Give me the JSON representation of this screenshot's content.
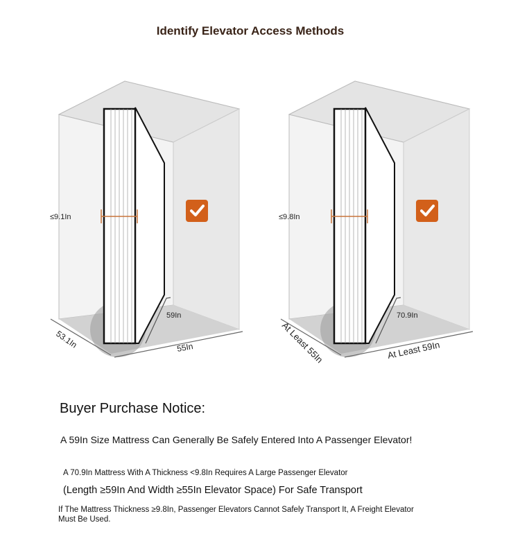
{
  "title": "Identify Elevator Access Methods",
  "panels": [
    {
      "thickness": "≤9.1In",
      "mattress_length": "59In",
      "depth": "53.1In",
      "width": "55In",
      "icon": "check-icon"
    },
    {
      "thickness": "≤9.8In",
      "mattress_length": "70.9In",
      "depth": "At Least 55In",
      "width": "At Least 59In",
      "icon": "check-icon"
    }
  ],
  "notice": {
    "heading": "Buyer Purchase Notice:",
    "line1": "A 59In Size Mattress Can Generally Be Safely Entered Into A Passenger Elevator!",
    "line2": "A 70.9In Mattress With A Thickness <9.8In Requires A Large Passenger Elevator",
    "line3": "(Length ≥59In And Width ≥55In Elevator Space) For Safe Transport",
    "line4": "If The Mattress Thickness ≥9.8In, Passenger Elevators Cannot Safely Transport It, A Freight Elevator Must Be Used."
  },
  "colors": {
    "accent": "#d2601a",
    "dimension": "#c8743a"
  }
}
